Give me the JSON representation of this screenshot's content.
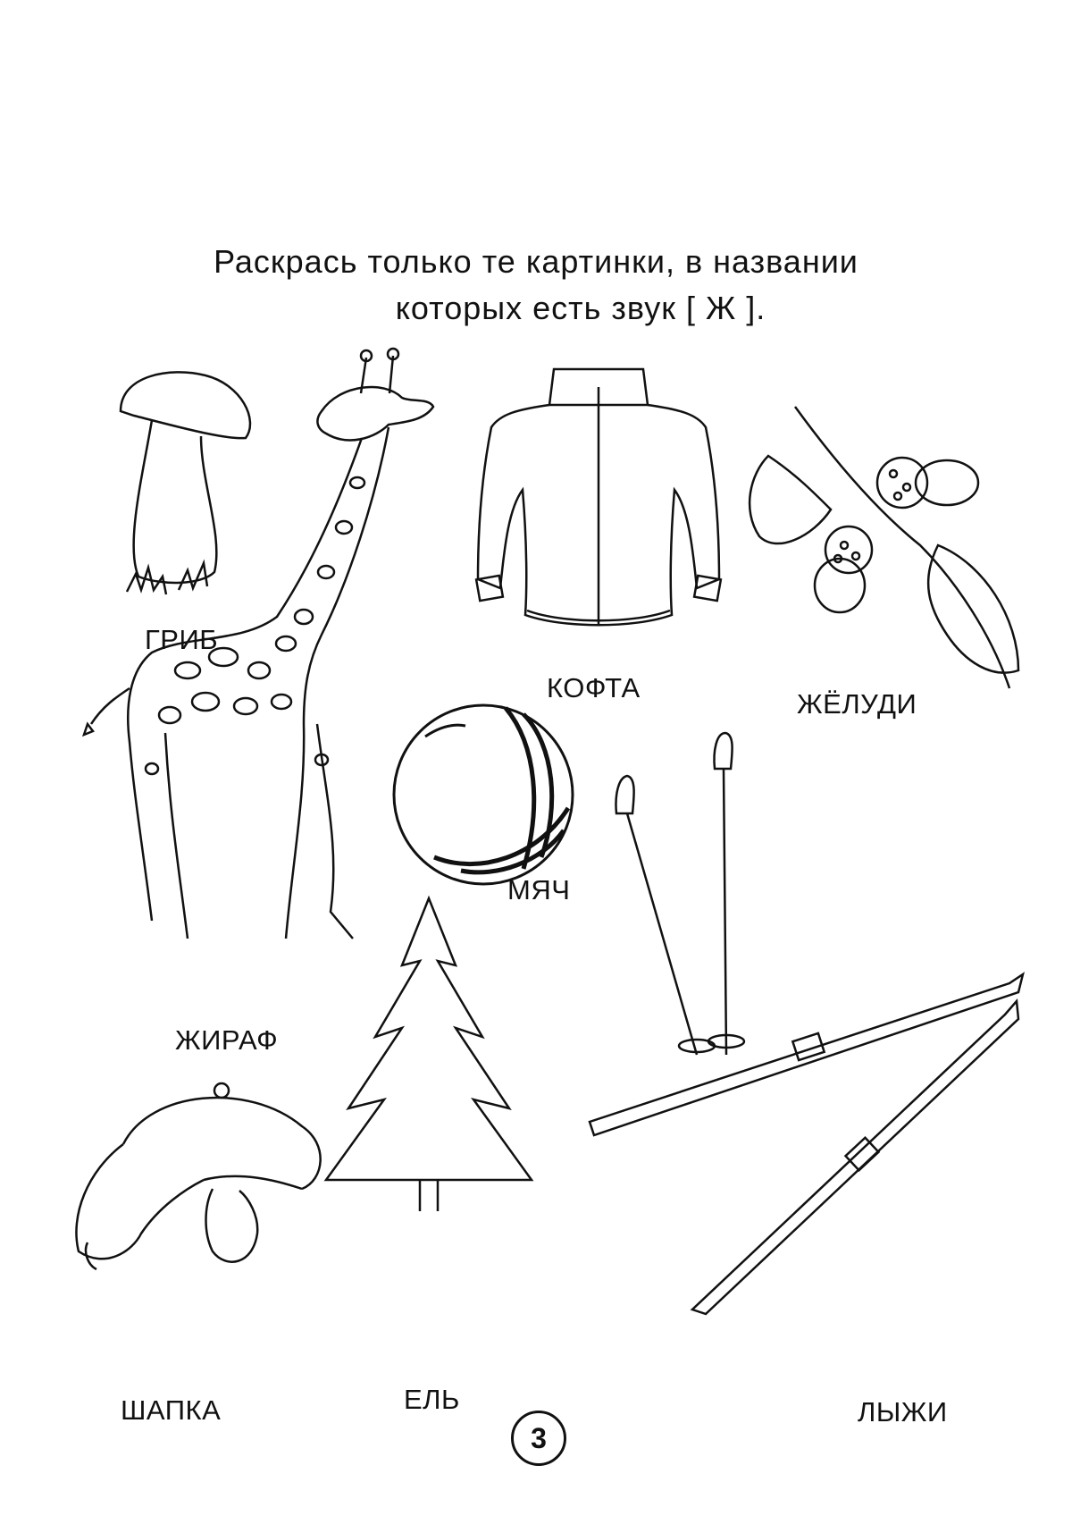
{
  "instruction": {
    "line1": "Раскрась только те картинки, в названии",
    "line2": "которых есть звук [ Ж ]."
  },
  "pictures": {
    "mushroom": "ГРИБ",
    "giraffe": "ЖИРАФ",
    "sweater": "КОФТА",
    "acorns": "ЖЁЛУДИ",
    "ball": "МЯЧ",
    "fir_tree": "ЕЛЬ",
    "hat": "ШАПКА",
    "skis": "ЛЫЖИ"
  },
  "page_number": "3",
  "colors": {
    "ink": "#111111",
    "paper": "#ffffff"
  }
}
